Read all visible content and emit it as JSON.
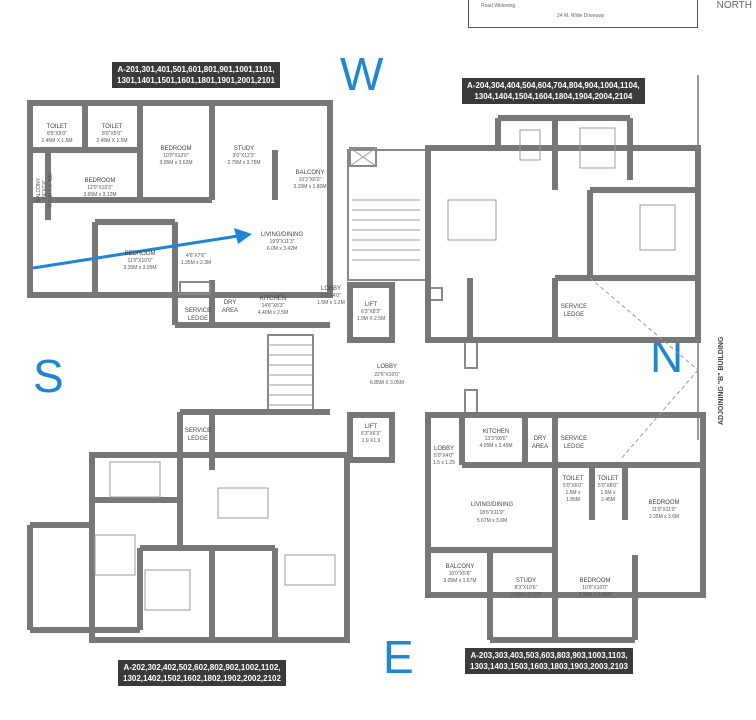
{
  "header": {
    "driveway_note": "Road Widening",
    "driveway": "24 M. Wide Driveway",
    "north_corner": "NORTH"
  },
  "compass": {
    "west": "W",
    "south": "S",
    "north": "N",
    "east": "E"
  },
  "unit_labels": {
    "top_left": [
      "A-201,301,401,501,601,801,901,1001,1101,",
      "1301,1401,1501,1601,1801,1901,2001,2101"
    ],
    "top_right": [
      "A-204,304,404,504,604,704,804,904,1004,1104,",
      "1304,1404,1504,1604,1804,1904,2004,2104"
    ],
    "bottom_left": [
      "A-202,302,402,502,602,802,902,1002,1102,",
      "1302,1402,1502,1602,1802,1902,2002,2102"
    ],
    "bottom_right": [
      "A-203,303,403,503,603,803,903,1003,1103,",
      "1303,1403,1503,1603,1803,1903,2003,2103"
    ]
  },
  "adjoining": "ADJOINING \"B\" BUILDING",
  "rooms": {
    "toilet_a": {
      "name": "TOILET",
      "dim1": "8'5\"X5'0\"",
      "dim2": "2.45M X 1.5M"
    },
    "toilet_b": {
      "name": "TOILET",
      "dim1": "8'0\"X5'0\"",
      "dim2": "2.45M X 1.5M"
    },
    "bedroom_nw": {
      "name": "BEDROOM",
      "dim1": "10'0\"X12'0\"",
      "dim2": "3.05M x 3.62M"
    },
    "study_nw": {
      "name": "STUDY",
      "dim1": "9'0\"X12'3\"",
      "dim2": "2.75M x 3.75M"
    },
    "bedroom_w": {
      "name": "BEDROOM",
      "dim1": "12'0\"X10'3\"",
      "dim2": "3.65M x 3.12M"
    },
    "balcony_side": {
      "name": "BALCONY",
      "dim1": "2'4\"X7'4\"",
      "dim2": "0.69M X 2.45M"
    },
    "balcony_nw": {
      "name": "BALCONY",
      "dim1": "10'3\"X6'0\"",
      "dim2": "3.15M x 1.80M"
    },
    "living_nw": {
      "name": "LIVING/DINING",
      "dim1": "19'9\"X11'3\"",
      "dim2": "6.0M x 3.42M"
    },
    "bedroom_sw": {
      "name": "BEDROOM",
      "dim1": "11'0\"X10'0\"",
      "dim2": "3.35M x 3.05M"
    },
    "wc_nw": {
      "name": "",
      "dim1": "4'6\"X7'6\"",
      "dim2": "1.35M x 2.3M"
    },
    "service_ledge_nw": {
      "name": "SERVICE",
      "dim1": "LEDGE"
    },
    "dry_area_nw": {
      "name": "DRY",
      "dim1": "AREA"
    },
    "kitchen_nw": {
      "name": "KITCHEN",
      "dim1": "14'6\"X8'3\"",
      "dim2": "4.40M x 2.5M"
    },
    "lobby_n": {
      "name": "LOBBY",
      "dim1": "5'0\"X4'0\"",
      "dim2": "1.5M x 1.2M"
    },
    "lift_n": {
      "name": "LIFT",
      "dim1": "6'3\"X8'3\"",
      "dim2": "1.9M X 2.5M"
    },
    "lobby_main": {
      "name": "LOBBY",
      "dim1": "22'6\"X10'0\"",
      "dim2": "6.85M X 3.05M"
    },
    "lift_s": {
      "name": "LIFT",
      "dim1": "6'3\"X6'3\"",
      "dim2": "1.9 X1.9"
    },
    "service_ledge_ne": {
      "name": "SERVICE",
      "dim1": "LEDGE"
    },
    "service_ledge_sw": {
      "name": "SERVICE",
      "dim1": "LEDGE"
    },
    "lobby_se": {
      "name": "LOBBY",
      "dim1": "5'0\"X4'0\"",
      "dim2": "1.5 x 1.25"
    },
    "kitchen_se": {
      "name": "KITCHEN",
      "dim1": "13'3\"X8'0\"",
      "dim2": "4.05M x 2.45M"
    },
    "dry_area_se": {
      "name": "DRY",
      "dim1": "AREA"
    },
    "service_ledge_se": {
      "name": "SERVICE",
      "dim1": "LEDGE"
    },
    "toilet_c": {
      "name": "TOILET",
      "dim1": "5'0\"X6'0\"",
      "dim2": "1.5M x",
      "dim3": "1.85M"
    },
    "toilet_d": {
      "name": "TOILET",
      "dim1": "5'0\"X8'0\"",
      "dim2": "1.5M x",
      "dim3": "2.45M"
    },
    "bedroom_se": {
      "name": "BEDROOM",
      "dim1": "11'0\"X11'9\"",
      "dim2": "3.35M x 3.6M"
    },
    "living_se": {
      "name": "LIVING/DINING",
      "dim1": "18'6\"X11'9\"",
      "dim2": "5.67M x 3.6M"
    },
    "balcony_se": {
      "name": "BALCONY",
      "dim1": "10'0\"X5'6\"",
      "dim2": "3.05M x 1.67M"
    },
    "study_se": {
      "name": "STUDY",
      "dim1": "8'3\"X10'6\"",
      "dim2": "2.5M x 3.17M"
    },
    "bedroom_se2": {
      "name": "BEDROOM",
      "dim1": "10'9\"X10'0\"",
      "dim2": "3.30M x 3.05M"
    }
  },
  "colors": {
    "compass": "#1f86d4",
    "arrow": "#1f86d4",
    "label_bg": "#3a3a3a",
    "wall": "#777777"
  }
}
